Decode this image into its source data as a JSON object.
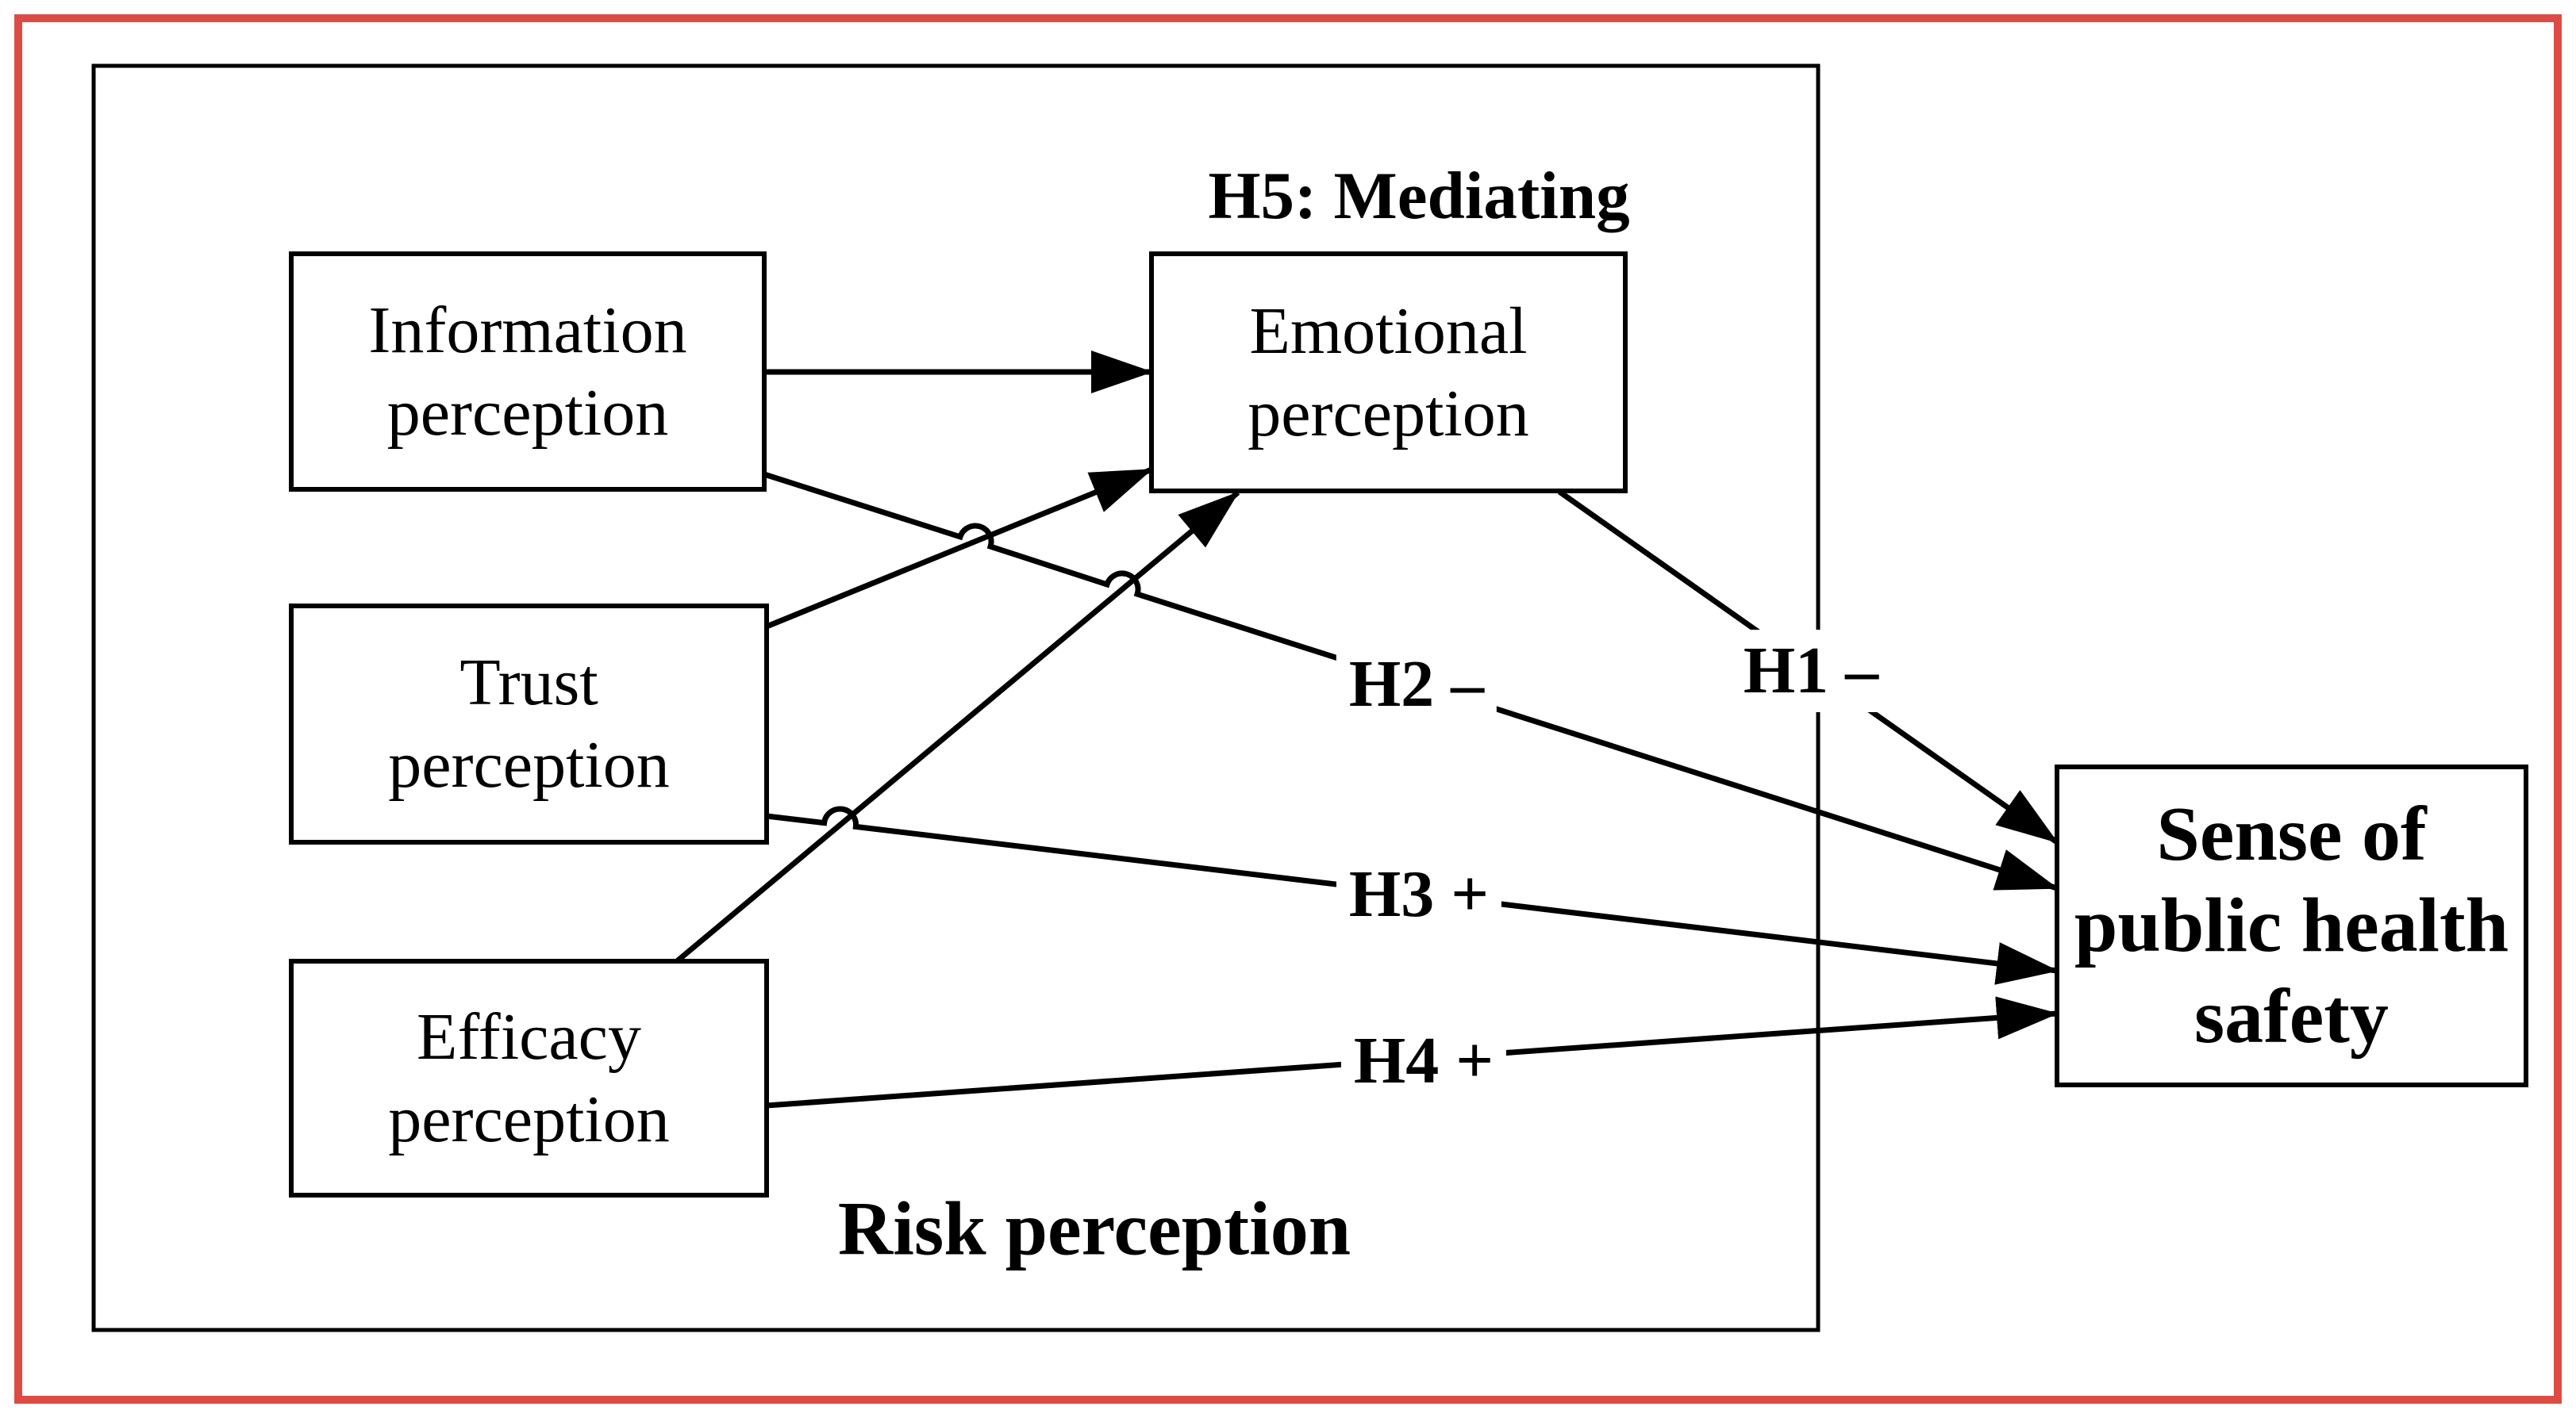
{
  "figure": {
    "group_label": "Risk perception",
    "mediating_label": "H5: Mediating",
    "boxes": {
      "information": "Information\nperception",
      "trust": "Trust\nperception",
      "efficacy": "Efficacy\nperception",
      "emotional": "Emotional\nperception",
      "sense": "Sense of\npublic health\nsafety"
    },
    "hypotheses": {
      "h1": "H1 –",
      "h2": "H2 –",
      "h3": "H3 +",
      "h4": "H4 +"
    },
    "colors": {
      "outer_border": "#dc4c44",
      "line": "#000000",
      "background": "#ffffff"
    }
  }
}
